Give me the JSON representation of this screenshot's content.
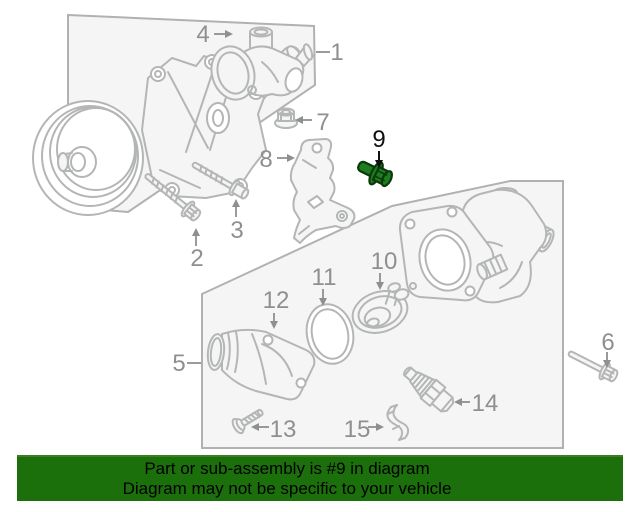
{
  "diagram": {
    "highlighted_callout": "9",
    "callouts": {
      "c1": "1",
      "c2": "2",
      "c3": "3",
      "c4": "4",
      "c5": "5",
      "c6": "6",
      "c7": "7",
      "c8": "8",
      "c9": "9",
      "c10": "10",
      "c11": "11",
      "c12": "12",
      "c13": "13",
      "c14": "14",
      "c15": "15"
    }
  },
  "banner": {
    "line1": "Part or sub-assembly is #9 in diagram",
    "line2": "Diagram may not be specific to your vehicle"
  },
  "colors": {
    "banner_green": "#1c700c",
    "highlight_green": "#1f7c20",
    "highlight_outline": "#0a3a0c",
    "line_art": "#b4b6b5",
    "label_gray": "#8e9090",
    "callout_9_black": "#111111",
    "box_fill": "#f5f5f6",
    "box_border": "#b0b2b0",
    "background": "#ffffff"
  }
}
